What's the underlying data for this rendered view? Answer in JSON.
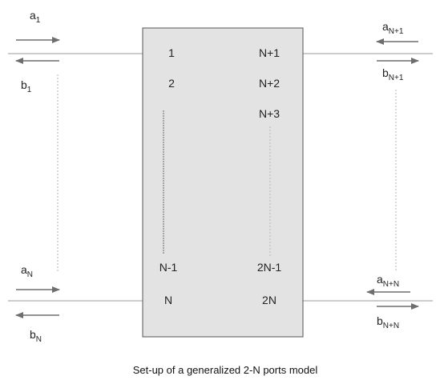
{
  "diagram": {
    "caption": "Set-up of a generalized 2-N ports model",
    "left_ports": {
      "top_incident": {
        "base": "a",
        "sub": "1"
      },
      "top_reflected": {
        "base": "b",
        "sub": "1"
      },
      "bottom_incident": {
        "base": "a",
        "sub": "N"
      },
      "bottom_reflected": {
        "base": "b",
        "sub": "N"
      }
    },
    "right_ports": {
      "top_incident": {
        "base": "a",
        "sub": "N+1"
      },
      "top_reflected": {
        "base": "b",
        "sub": "N+1"
      },
      "bottom_incident": {
        "base": "a",
        "sub": "N+N"
      },
      "bottom_reflected": {
        "base": "b",
        "sub": "N+N"
      }
    },
    "box_labels": {
      "left": [
        "1",
        "2",
        "N-1",
        "N"
      ],
      "right": [
        "N+1",
        "N+2",
        "N+3",
        "2N-1",
        "2N"
      ]
    },
    "colors": {
      "box_fill": "#e3e3e3",
      "box_stroke": "#555555",
      "line": "#9a9a9a",
      "arrow": "#6e6e6e"
    }
  }
}
